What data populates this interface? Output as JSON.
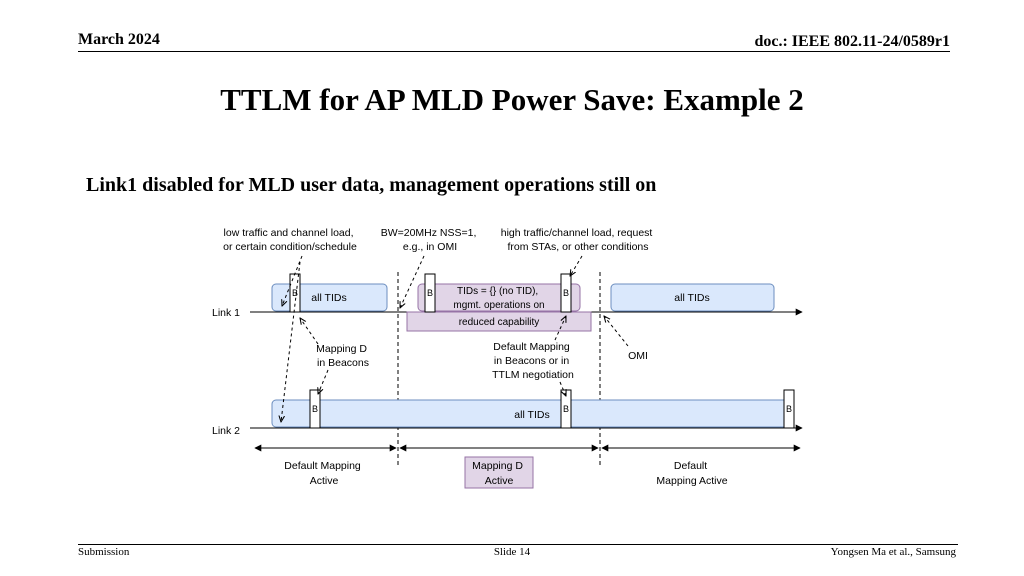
{
  "header": {
    "date": "March 2024",
    "doc": "doc.: IEEE 802.11-24/0589r1"
  },
  "slide": {
    "title": "TTLM for AP MLD Power Save: Example 2",
    "subtitle": "Link1 disabled for MLD user data, management operations still on"
  },
  "diagram": {
    "annotations": {
      "low_traffic": [
        "low traffic and channel load,",
        "or certain condition/schedule"
      ],
      "bw": [
        "BW=20MHz NSS=1,",
        "e.g., in OMI"
      ],
      "high_traffic": [
        "high traffic/channel load, request",
        "from STAs, or other conditions"
      ],
      "mapping_d_beacons": [
        "Mapping D",
        "in Beacons"
      ],
      "default_mapping": [
        "Default Mapping",
        "in Beacons or in",
        "TTLM negotiation"
      ],
      "omi": "OMI"
    },
    "links": {
      "link1": "Link 1",
      "link2": "Link 2"
    },
    "boxes": {
      "all_tids": "all TIDs",
      "no_tid": [
        "TIDs = {} (no TID),",
        "mgmt. operations on"
      ],
      "reduced": "reduced capability"
    },
    "beacon_label": "B",
    "phases": {
      "default_active_1": [
        "Default Mapping",
        "Active"
      ],
      "mapping_d_active": [
        "Mapping D",
        "Active"
      ],
      "default_active_2": [
        "Default",
        "Mapping Active"
      ]
    },
    "colors": {
      "blue_fill": "#dae8fc",
      "blue_stroke": "#6c8ebf",
      "purple_fill": "#e1d5e7",
      "purple_stroke": "#9673a6"
    }
  },
  "footer": {
    "left": "Submission",
    "center": "Slide 14",
    "right": "Yongsen Ma et al., Samsung"
  }
}
